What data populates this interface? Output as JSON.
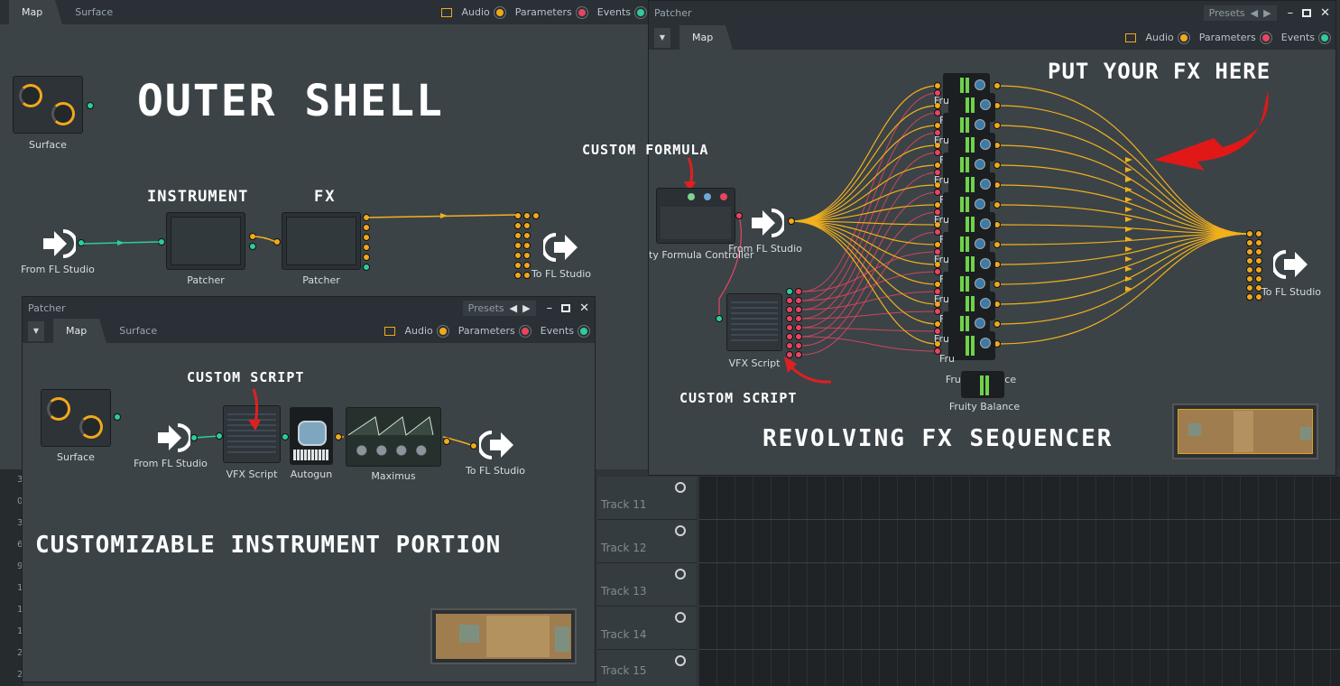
{
  "outer": {
    "tabs": [
      "Map",
      "Surface"
    ],
    "toggles": {
      "audio": "Audio",
      "parameters": "Parameters",
      "events": "Events"
    },
    "heading": "OUTER SHELL",
    "surface_label": "Surface",
    "instrument_heading": "INSTRUMENT",
    "fx_heading": "FX",
    "from_label": "From FL Studio",
    "patcher1_label": "Patcher",
    "patcher2_label": "Patcher",
    "to_label": "To FL Studio"
  },
  "inner": {
    "title": "Patcher",
    "presets": "Presets",
    "tabs": [
      "Map",
      "Surface"
    ],
    "toggles": {
      "audio": "Audio",
      "parameters": "Parameters",
      "events": "Events"
    },
    "surface_label": "Surface",
    "custom_script": "CUSTOM SCRIPT",
    "from_label": "From FL Studio",
    "vfx_label": "VFX Script",
    "autogun_label": "Autogun",
    "maximus_label": "Maximus",
    "to_label": "To FL Studio",
    "heading": "CUSTOMIZABLE INSTRUMENT PORTION"
  },
  "right": {
    "title": "Patcher",
    "presets": "Presets",
    "tabs": [
      "Map"
    ],
    "toggles": {
      "audio": "Audio",
      "parameters": "Parameters",
      "events": "Events"
    },
    "put_fx": "PUT YOUR FX HERE",
    "custom_formula": "CUSTOM FORMULA",
    "formula_label": "ty Formula Controller",
    "from_label": "From FL Studio",
    "vfx_label": "VFX Script",
    "custom_script": "CUSTOM SCRIPT",
    "fruity_short": "Fru",
    "fruity_label": "Fruity Balance",
    "fruity_label2": "Fruity Balance",
    "to_label": "To FL Studio",
    "heading": "REVOLVING FX SEQUENCER"
  },
  "playlist": {
    "tracks": [
      "Track 11",
      "Track 12",
      "Track 13",
      "Track 14",
      "Track 15"
    ],
    "left_digits": [
      "3",
      "0",
      "3",
      "6",
      "9",
      "1",
      "1",
      "1",
      "2",
      "2"
    ]
  },
  "colors": {
    "audio": "#f2a81c",
    "parameters": "#e84560",
    "events": "#2ecc9a",
    "wire": "#f2b01c",
    "param_wire": "#e84560"
  }
}
